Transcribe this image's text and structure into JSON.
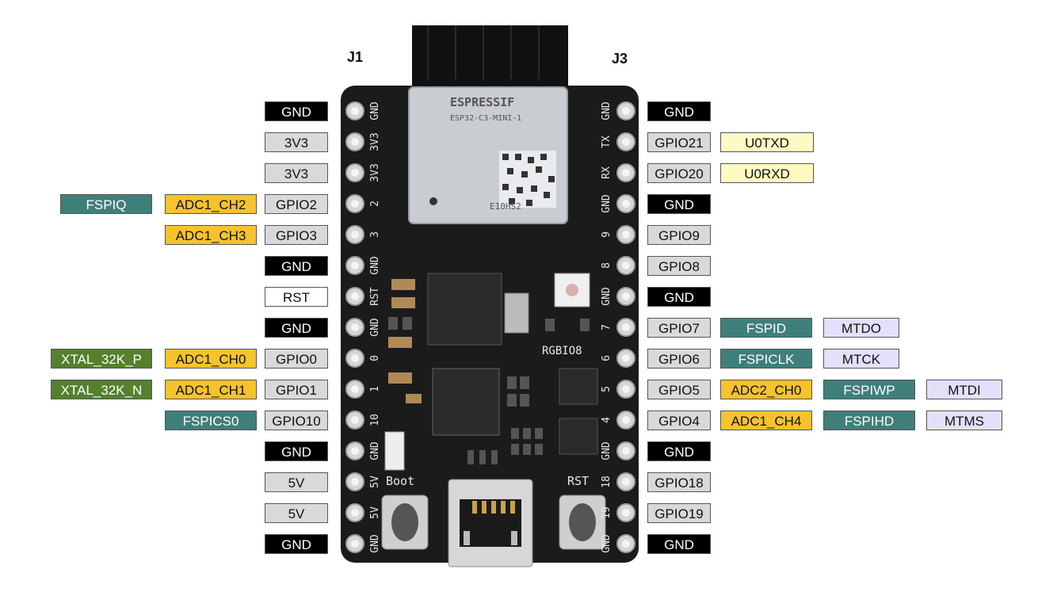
{
  "headers": {
    "left": "J1",
    "right": "J3"
  },
  "colors": {
    "power_light": "#d9d9d9",
    "ground": "#000000",
    "adc": "#f6c32c",
    "fspi": "#3f7f7a",
    "xtal": "#55802e",
    "uart": "#fff9c4",
    "jtag": "#e3e0fb",
    "rst": "#ffffff",
    "board": "#1b1b1b"
  },
  "module": {
    "brand": "ESPRESSIF",
    "model": "ESP32-C3-MINI-1",
    "marking": "E10HS2"
  },
  "silkscreen": {
    "left_pins": [
      "GND",
      "3V3",
      "3V3",
      "2",
      "3",
      "GND",
      "RST",
      "GND",
      "0",
      "1",
      "10",
      "GND",
      "5V",
      "5V",
      "GND"
    ],
    "right_pins": [
      "GND",
      "TX",
      "RX",
      "GND",
      "9",
      "8",
      "GND",
      "7",
      "6",
      "5",
      "4",
      "GND",
      "18",
      "19",
      "GND"
    ],
    "rgb": "RGBIO8",
    "boot": "Boot",
    "rst": "RST"
  },
  "j1_pins": [
    {
      "pin": "GND",
      "type": "ground",
      "funcs": []
    },
    {
      "pin": "3V3",
      "type": "power",
      "funcs": []
    },
    {
      "pin": "3V3",
      "type": "power",
      "funcs": []
    },
    {
      "pin": "GPIO2",
      "type": "gpio",
      "funcs": [
        {
          "text": "ADC1_CH2",
          "type": "adc"
        },
        {
          "text": "FSPIQ",
          "type": "fspi"
        }
      ]
    },
    {
      "pin": "GPIO3",
      "type": "gpio",
      "funcs": [
        {
          "text": "ADC1_CH3",
          "type": "adc"
        }
      ]
    },
    {
      "pin": "GND",
      "type": "ground",
      "funcs": []
    },
    {
      "pin": "RST",
      "type": "rst",
      "funcs": []
    },
    {
      "pin": "GND",
      "type": "ground",
      "funcs": []
    },
    {
      "pin": "GPIO0",
      "type": "gpio",
      "funcs": [
        {
          "text": "ADC1_CH0",
          "type": "adc"
        },
        {
          "text": "XTAL_32K_P",
          "type": "xtal"
        }
      ]
    },
    {
      "pin": "GPIO1",
      "type": "gpio",
      "funcs": [
        {
          "text": "ADC1_CH1",
          "type": "adc"
        },
        {
          "text": "XTAL_32K_N",
          "type": "xtal"
        }
      ]
    },
    {
      "pin": "GPIO10",
      "type": "gpio",
      "funcs": [
        {
          "text": "FSPICS0",
          "type": "fspi"
        }
      ]
    },
    {
      "pin": "GND",
      "type": "ground",
      "funcs": []
    },
    {
      "pin": "5V",
      "type": "power",
      "funcs": []
    },
    {
      "pin": "5V",
      "type": "power",
      "funcs": []
    },
    {
      "pin": "GND",
      "type": "ground",
      "funcs": []
    }
  ],
  "j3_pins": [
    {
      "pin": "GND",
      "type": "ground",
      "funcs": []
    },
    {
      "pin": "GPIO21",
      "type": "gpio",
      "funcs": [
        {
          "text": "U0TXD",
          "type": "uart"
        }
      ]
    },
    {
      "pin": "GPIO20",
      "type": "gpio",
      "funcs": [
        {
          "text": "U0RXD",
          "type": "uart"
        }
      ]
    },
    {
      "pin": "GND",
      "type": "ground",
      "funcs": []
    },
    {
      "pin": "GPIO9",
      "type": "gpio",
      "funcs": []
    },
    {
      "pin": "GPIO8",
      "type": "gpio",
      "funcs": []
    },
    {
      "pin": "GND",
      "type": "ground",
      "funcs": []
    },
    {
      "pin": "GPIO7",
      "type": "gpio",
      "funcs": [
        {
          "text": "FSPID",
          "type": "fspi"
        },
        {
          "text": "MTDO",
          "type": "jtag"
        }
      ]
    },
    {
      "pin": "GPIO6",
      "type": "gpio",
      "funcs": [
        {
          "text": "FSPICLK",
          "type": "fspi"
        },
        {
          "text": "MTCK",
          "type": "jtag"
        }
      ]
    },
    {
      "pin": "GPIO5",
      "type": "gpio",
      "funcs": [
        {
          "text": "ADC2_CH0",
          "type": "adc"
        },
        {
          "text": "FSPIWP",
          "type": "fspi"
        },
        {
          "text": "MTDI",
          "type": "jtag"
        }
      ]
    },
    {
      "pin": "GPIO4",
      "type": "gpio",
      "funcs": [
        {
          "text": "ADC1_CH4",
          "type": "adc"
        },
        {
          "text": "FSPIHD",
          "type": "fspi"
        },
        {
          "text": "MTMS",
          "type": "jtag"
        }
      ]
    },
    {
      "pin": "GND",
      "type": "ground",
      "funcs": []
    },
    {
      "pin": "GPIO18",
      "type": "gpio",
      "funcs": []
    },
    {
      "pin": "GPIO19",
      "type": "gpio",
      "funcs": []
    },
    {
      "pin": "GND",
      "type": "ground",
      "funcs": []
    }
  ]
}
